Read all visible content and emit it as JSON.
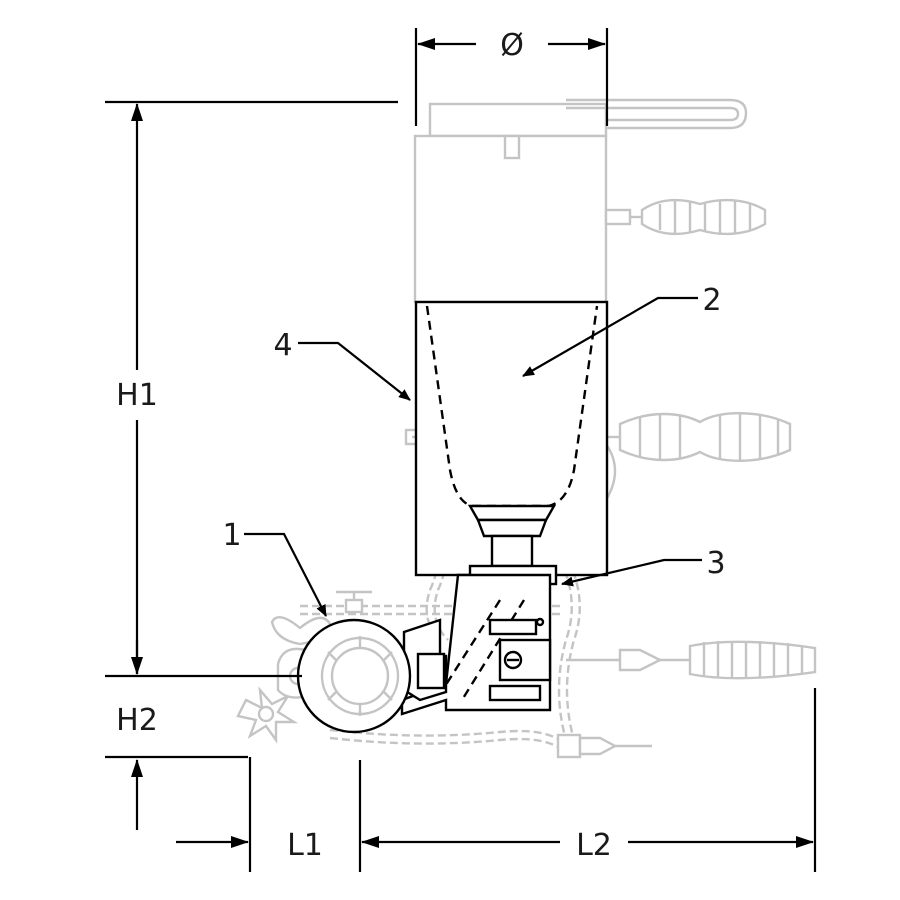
{
  "diagram": {
    "labels": {
      "diameter": "Ø",
      "h1": "H1",
      "h2": "H2",
      "l1": "L1",
      "l2": "L2",
      "callout_1": "1",
      "callout_2": "2",
      "callout_3": "3",
      "callout_4": "4"
    },
    "colors": {
      "ink": "#000000",
      "ghost": "#c4c4c4",
      "background": "#ffffff"
    }
  }
}
